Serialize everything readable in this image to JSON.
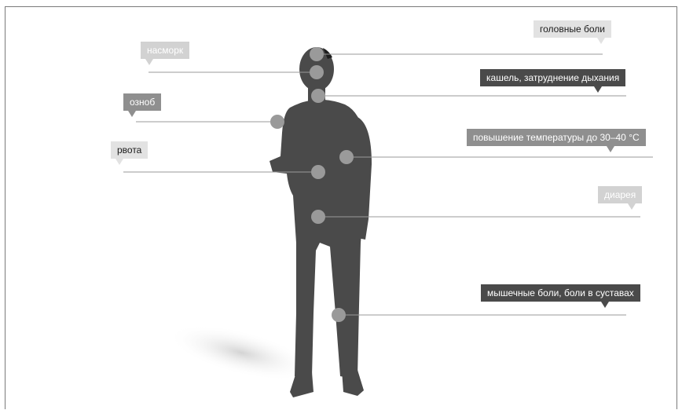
{
  "symptoms": [
    {
      "key": "headache",
      "text": "головные боли"
    },
    {
      "key": "runny_nose",
      "text": "насморк"
    },
    {
      "key": "cough",
      "text": "кашель, затруднение дыхания"
    },
    {
      "key": "chills",
      "text": "озноб"
    },
    {
      "key": "fever",
      "text": "повышение температуры до 30–40 °C"
    },
    {
      "key": "vomiting",
      "text": "рвота"
    },
    {
      "key": "diarrhea",
      "text": "диарея"
    },
    {
      "key": "muscle_pain",
      "text": "мышечные боли, боли в суставах"
    }
  ],
  "colors": {
    "silhouette": "#4a4a4a",
    "marker": "#9a9a9a",
    "line": "#9a9a9a",
    "label_dark": "#4a4a4a",
    "label_mid": "#8f8f8f",
    "label_light": "#d2d2d2"
  }
}
